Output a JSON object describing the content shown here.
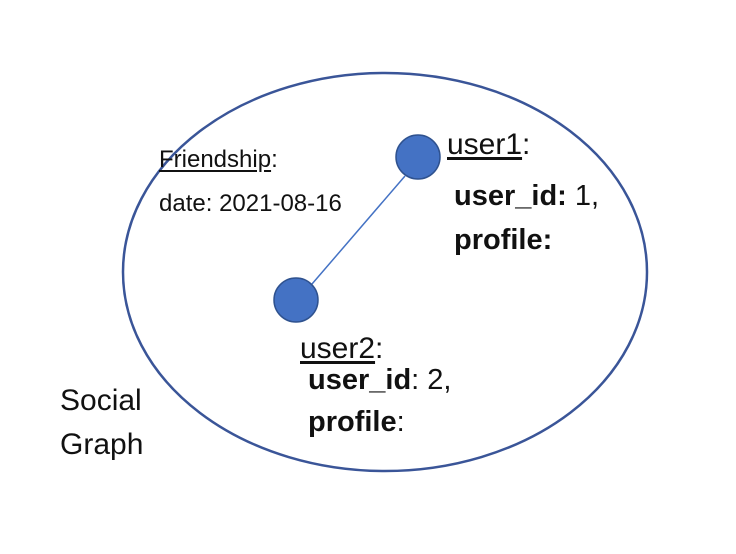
{
  "graph": {
    "label_line1": "Social",
    "label_line2": "Graph",
    "colors": {
      "boundary": "#3a5598",
      "node_fill": "#4472c4",
      "node_stroke": "#2f528f",
      "edge": "#4472c4"
    }
  },
  "relationship": {
    "title": "Friendship",
    "title_suffix": ":",
    "date_label": "date:",
    "date_value": "2021-08-16"
  },
  "nodes": [
    {
      "name": "user1",
      "name_suffix": ":",
      "id_label": "user_id:",
      "id_value": "1,",
      "profile_label": "profile",
      "profile_suffix": ":"
    },
    {
      "name": "user2",
      "name_suffix": ":",
      "id_label": "user_id",
      "id_value": ": 2,",
      "profile_label": "profile",
      "profile_suffix": ":"
    }
  ]
}
